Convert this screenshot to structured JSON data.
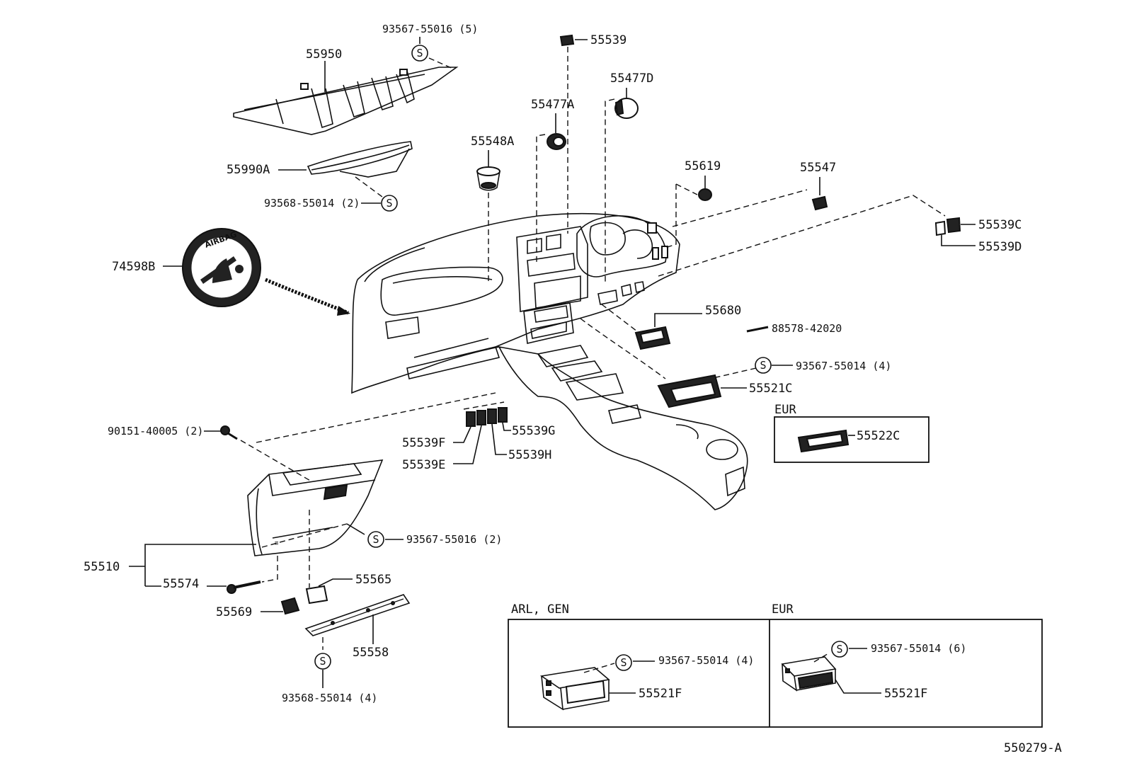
{
  "diagram_id": "550279-A",
  "parts": {
    "p55950": "55950",
    "p93567_55016_5": "93567-55016 (5)",
    "p55990A": "55990A",
    "p93568_55014_2": "93568-55014 (2)",
    "p74598B": "74598B",
    "p55548A": "55548A",
    "p55477A": "55477A",
    "p55539": "55539",
    "p55477D": "55477D",
    "p55619": "55619",
    "p55547": "55547",
    "p55539C": "55539C",
    "p55539D": "55539D",
    "p55680": "55680",
    "p88578_42020": "88578-42020",
    "p93567_55014_4a": "93567-55014 (4)",
    "p55521C": "55521C",
    "p55522C": "55522C",
    "p90151_40005_2": "90151-40005 (2)",
    "p55539F": "55539F",
    "p55539E": "55539E",
    "p55539G": "55539G",
    "p55539H": "55539H",
    "p93567_55016_2": "93567-55016 (2)",
    "p55510": "55510",
    "p55574": "55574",
    "p55565": "55565",
    "p55569": "55569",
    "p55558": "55558",
    "p93568_55014_4": "93568-55014 (4)",
    "p93567_55014_4b": "93567-55014 (4)",
    "p55521F_a": "55521F",
    "p93567_55014_6": "93567-55014 (6)",
    "p55521F_b": "55521F"
  },
  "variants": {
    "eur_top": "EUR",
    "arl_gen": "ARL, GEN",
    "eur_bottom": "EUR"
  },
  "symbols": {
    "screw_mark": "S",
    "airbag_text": "AIRBAG"
  }
}
